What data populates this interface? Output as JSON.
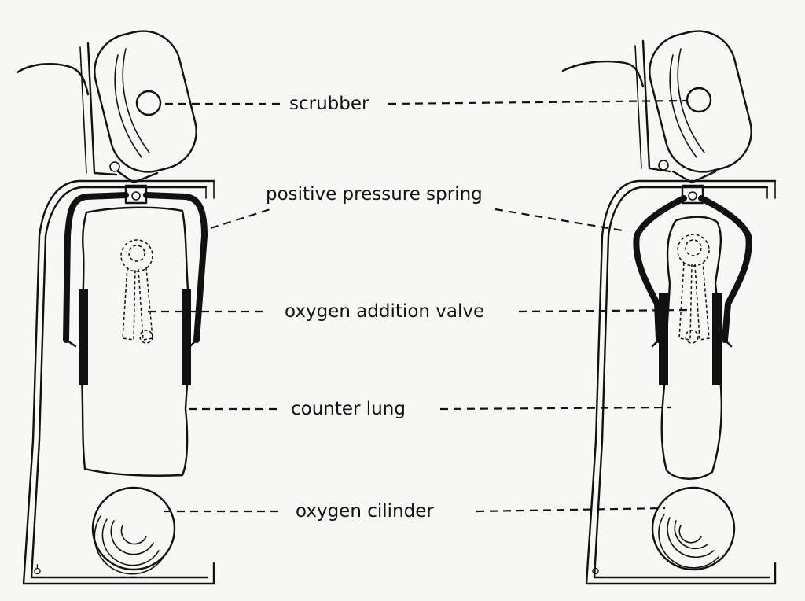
{
  "labels": {
    "scrubber": "scrubber",
    "spring": "positive pressure spring",
    "valve": "oxygen addition valve",
    "lung": "counter lung",
    "cylinder": "oxygen cilinder"
  }
}
